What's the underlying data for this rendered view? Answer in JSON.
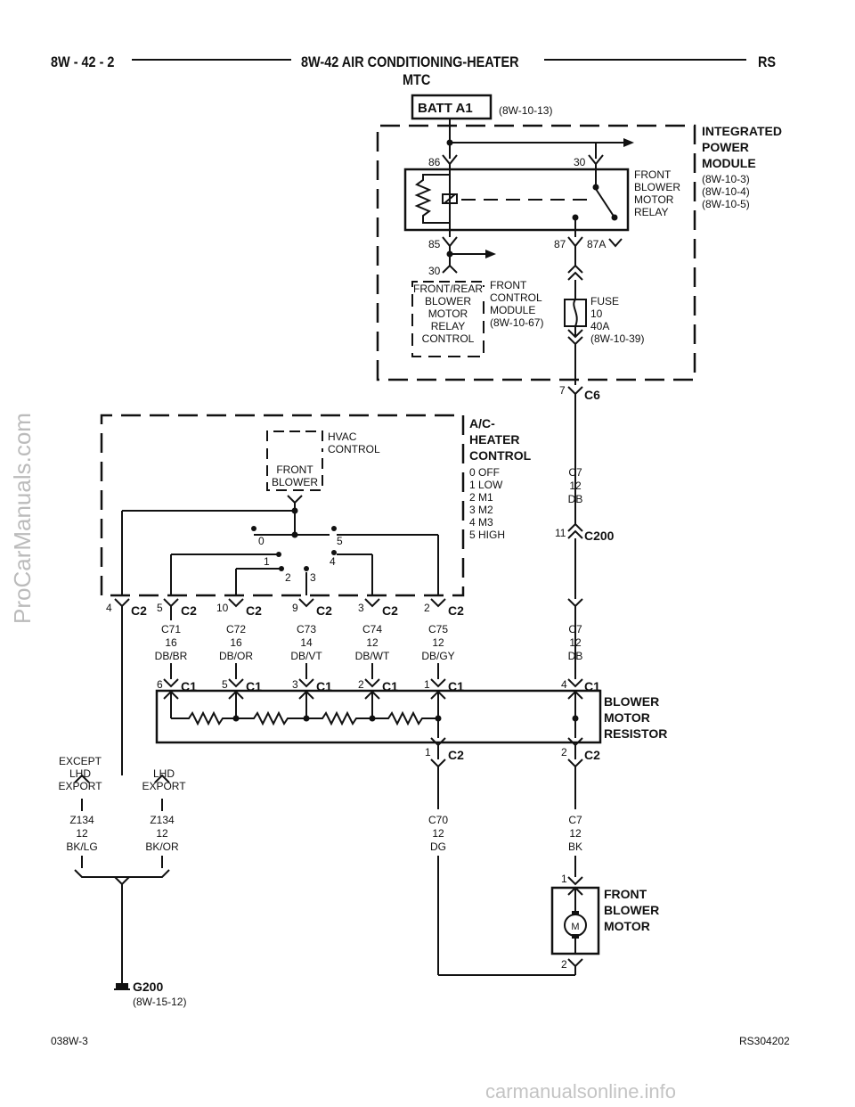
{
  "header": {
    "left": "8W - 42 - 2",
    "center": "8W-42 AIR CONDITIONING-HEATER",
    "right": "RS",
    "sub": "MTC"
  },
  "footer": {
    "left": "038W-3",
    "right": "RS304202"
  },
  "watermarks": {
    "side": "ProCarManuals.com",
    "bottom": "carmanualsonline.info"
  },
  "batt": {
    "label": "BATT A1",
    "ref": "(8W-10-13)"
  },
  "ipm": {
    "l1": "INTEGRATED",
    "l2": "POWER",
    "l3": "MODULE",
    "r1": "(8W-10-3)",
    "r2": "(8W-10-4)",
    "r3": "(8W-10-5)"
  },
  "relay": {
    "l1": "FRONT",
    "l2": "BLOWER",
    "l3": "MOTOR",
    "l4": "RELAY",
    "p86": "86",
    "p30": "30",
    "p85": "85",
    "p87": "87",
    "p87a": "87A"
  },
  "fcm": {
    "pin": "30",
    "b1": "FRONT/REAR",
    "b2": "BLOWER",
    "b3": "MOTOR",
    "b4": "RELAY",
    "b5": "CONTROL",
    "r1": "FRONT",
    "r2": "CONTROL",
    "r3": "MODULE",
    "r4": "(8W-10-67)"
  },
  "fuse": {
    "l1": "FUSE",
    "l2": "10",
    "l3": "40A",
    "l4": "(8W-10-39)"
  },
  "c6": {
    "pin": "7",
    "name": "C6"
  },
  "wire_c7a": {
    "l1": "C7",
    "l2": "12",
    "l3": "DB"
  },
  "c200": {
    "pin": "11",
    "name": "C200"
  },
  "wire_c7b": {
    "l1": "C7",
    "l2": "12",
    "l3": "DB"
  },
  "ahc": {
    "l1": "A/C-",
    "l2": "HEATER",
    "l3": "CONTROL",
    "s0": "0 OFF",
    "s1": "1 LOW",
    "s2": "2 M1",
    "s3": "3 M2",
    "s4": "4 M3",
    "s5": "5 HIGH"
  },
  "hvac": {
    "l1": "HVAC",
    "l2": "CONTROL",
    "b1": "FRONT",
    "b2": "BLOWER"
  },
  "switch": {
    "p0": "0",
    "p1": "1",
    "p2": "2",
    "p3": "3",
    "p4": "4",
    "p5": "5"
  },
  "c2top": [
    {
      "pin": "4",
      "name": "C2"
    },
    {
      "pin": "5",
      "name": "C2"
    },
    {
      "pin": "10",
      "name": "C2"
    },
    {
      "pin": "9",
      "name": "C2"
    },
    {
      "pin": "3",
      "name": "C2"
    },
    {
      "pin": "2",
      "name": "C2"
    }
  ],
  "wires_mid": [
    {
      "l1": "C71",
      "l2": "16",
      "l3": "DB/BR"
    },
    {
      "l1": "C72",
      "l2": "16",
      "l3": "DB/OR"
    },
    {
      "l1": "C73",
      "l2": "14",
      "l3": "DB/VT"
    },
    {
      "l1": "C74",
      "l2": "12",
      "l3": "DB/WT"
    },
    {
      "l1": "C75",
      "l2": "12",
      "l3": "DB/GY"
    }
  ],
  "c1": [
    {
      "pin": "6",
      "name": "C1"
    },
    {
      "pin": "5",
      "name": "C1"
    },
    {
      "pin": "3",
      "name": "C1"
    },
    {
      "pin": "2",
      "name": "C1"
    },
    {
      "pin": "1",
      "name": "C1"
    },
    {
      "pin": "4",
      "name": "C1"
    }
  ],
  "resistor": {
    "l1": "BLOWER",
    "l2": "MOTOR",
    "l3": "RESISTOR"
  },
  "c2bot": [
    {
      "pin": "1",
      "name": "C2"
    },
    {
      "pin": "2",
      "name": "C2"
    }
  ],
  "ground_left": {
    "o1": "EXCEPT",
    "o2": "LHD",
    "o3": "EXPORT",
    "w1": "Z134",
    "w2": "12",
    "w3": "BK/LG"
  },
  "ground_right": {
    "o1": "LHD",
    "o2": "EXPORT",
    "w1": "Z134",
    "w2": "12",
    "w3": "BK/OR"
  },
  "wire_c70": {
    "l1": "C70",
    "l2": "12",
    "l3": "DG"
  },
  "wire_c7bk": {
    "l1": "C7",
    "l2": "12",
    "l3": "BK"
  },
  "motor": {
    "l1": "FRONT",
    "l2": "BLOWER",
    "l3": "MOTOR",
    "m": "M",
    "p1": "1",
    "p2": "2"
  },
  "ground": {
    "name": "G200",
    "ref": "(8W-15-12)"
  }
}
